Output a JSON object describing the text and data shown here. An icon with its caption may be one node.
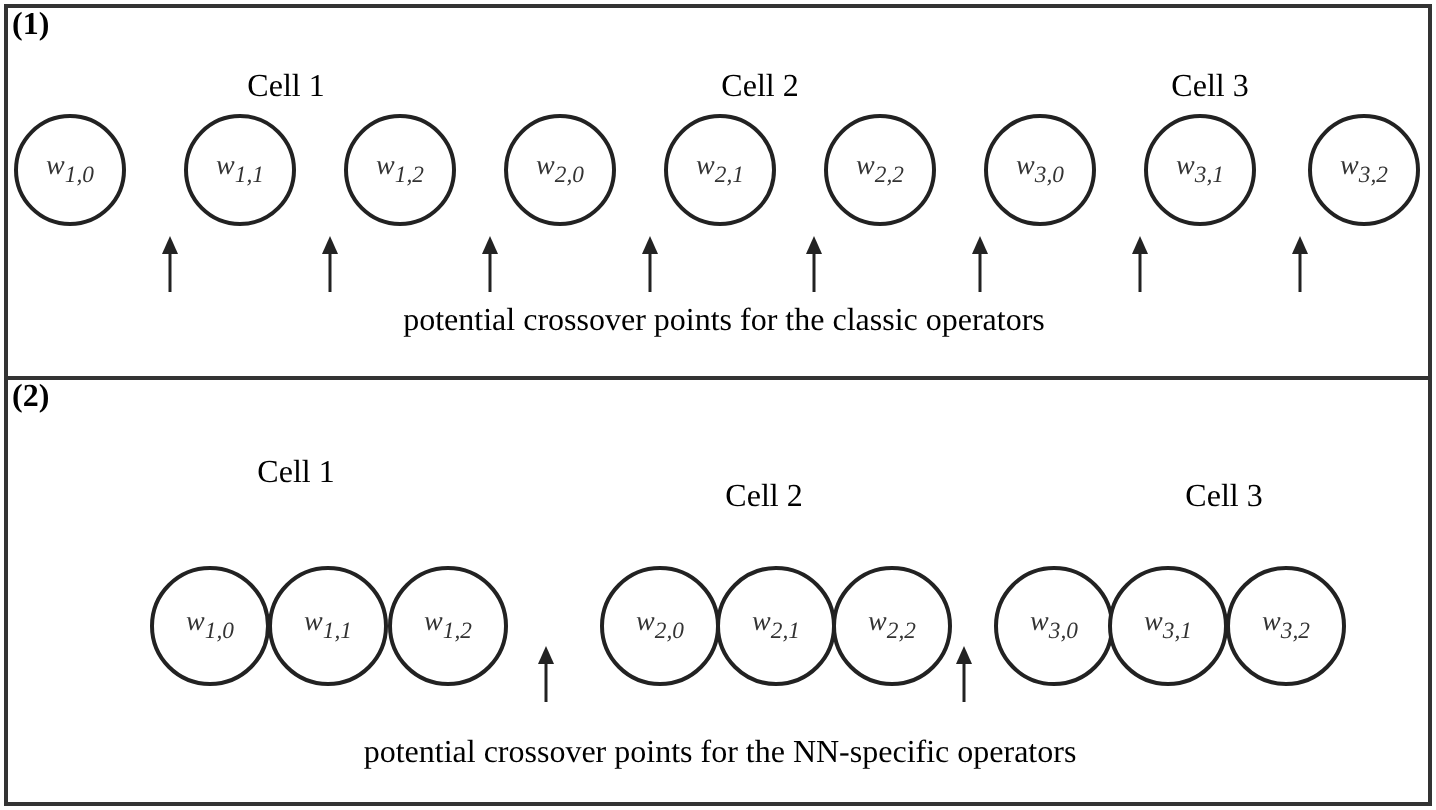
{
  "diagram": {
    "nodes": [
      {
        "text": [
          "(1)"
        ]
      },
      {
        "text": [
          "w$_{1,0}$"
        ],
        "in": 0
      },
      {
        "text": [
          "w$_{1,1}$"
        ],
        "in": 0
      },
      {
        "text": [
          "w$_{1,2}$"
        ],
        "in": 0
      },
      {
        "text": [
          "w$_{2,0}$"
        ],
        "in": 0
      },
      {
        "text": [
          "w$_{2,1}$"
        ],
        "in": 0
      },
      {
        "text": [
          "w$_{2,2}$"
        ],
        "in": 0
      },
      {
        "text": [
          "w$_{3,0}$"
        ],
        "in": 0
      },
      {
        "text": [
          "w$_{3,1}$"
        ],
        "in": 0
      },
      {
        "text": [
          "w$_{3,2}$"
        ],
        "in": 0
      },
      {
        "text": [
          "(2)"
        ]
      },
      {
        "text": [
          "w$_{1,0}$"
        ],
        "in": 10
      },
      {
        "text": [
          "w$_{1,1}$"
        ],
        "in": 10
      },
      {
        "text": [
          "w$_{1,2}$"
        ],
        "in": 10
      },
      {
        "text": [
          "w$_{2,0}$"
        ],
        "in": 10
      },
      {
        "text": [
          "w$_{2,1}$"
        ],
        "in": 10
      },
      {
        "text": [
          "w$_{2,2}$"
        ],
        "in": 10
      },
      {
        "text": [
          "w$_{3,0}$"
        ],
        "in": 10
      },
      {
        "text": [
          "w$_{3,1}$"
        ],
        "in": 10
      },
      {
        "text": [
          "w$_{3,2}$"
        ],
        "in": 10
      }
    ],
    "edges": [],
    "labels": [
      "Cell 1",
      "Cell 2",
      "Cell 3",
      "potential crossover points for the classic operators",
      "Cell 1",
      "Cell 2",
      "Cell 3",
      "potential crossover points for the NN-specific operators"
    ]
  }
}
